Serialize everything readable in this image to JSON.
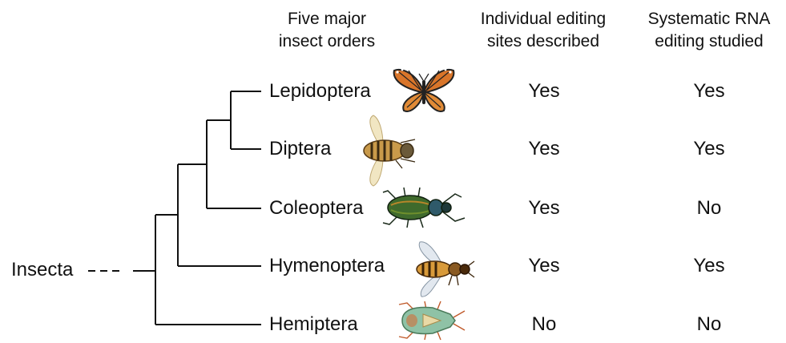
{
  "headers": {
    "orders": [
      "Five major",
      "insect orders"
    ],
    "individual": [
      "Individual editing",
      "sites described"
    ],
    "systematic": [
      "Systematic RNA",
      "editing studied"
    ]
  },
  "root_label": "Insecta",
  "rows": [
    {
      "order": "Lepidoptera",
      "individual": "Yes",
      "systematic": "Yes",
      "icon": "butterfly-icon"
    },
    {
      "order": "Diptera",
      "individual": "Yes",
      "systematic": "Yes",
      "icon": "fly-icon"
    },
    {
      "order": "Coleoptera",
      "individual": "Yes",
      "systematic": "No",
      "icon": "beetle-icon"
    },
    {
      "order": "Hymenoptera",
      "individual": "Yes",
      "systematic": "Yes",
      "icon": "bee-icon"
    },
    {
      "order": "Hemiptera",
      "individual": "No",
      "systematic": "No",
      "icon": "shield-bug-icon"
    }
  ]
}
